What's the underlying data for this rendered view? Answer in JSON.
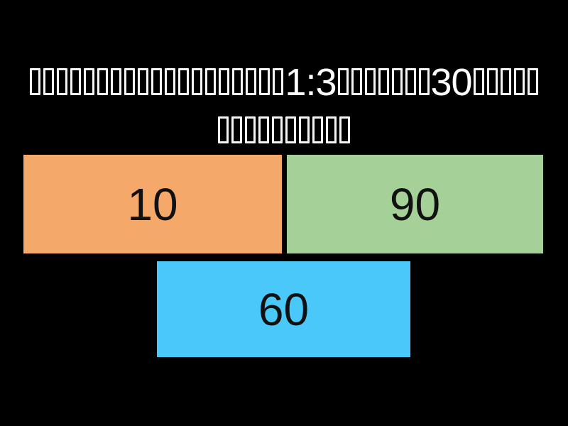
{
  "colors": {
    "background": "#000000",
    "question_text": "#FFFFFF",
    "answer_text": "#111111"
  },
  "question": {
    "lines": [
      {
        "segments": [
          {
            "type": "missing-glyphs",
            "count": 19
          },
          {
            "type": "text",
            "value": "1:3"
          },
          {
            "type": "missing-glyphs",
            "count": 7
          },
          {
            "type": "text",
            "value": "30"
          },
          {
            "type": "missing-glyphs",
            "count": 5
          }
        ]
      },
      {
        "segments": [
          {
            "type": "missing-glyphs",
            "count": 10
          }
        ]
      }
    ]
  },
  "answers": [
    {
      "label": "10",
      "color": "#F4A96B"
    },
    {
      "label": "90",
      "color": "#A5D097"
    },
    {
      "label": "60",
      "color": "#4BC8FA"
    }
  ]
}
